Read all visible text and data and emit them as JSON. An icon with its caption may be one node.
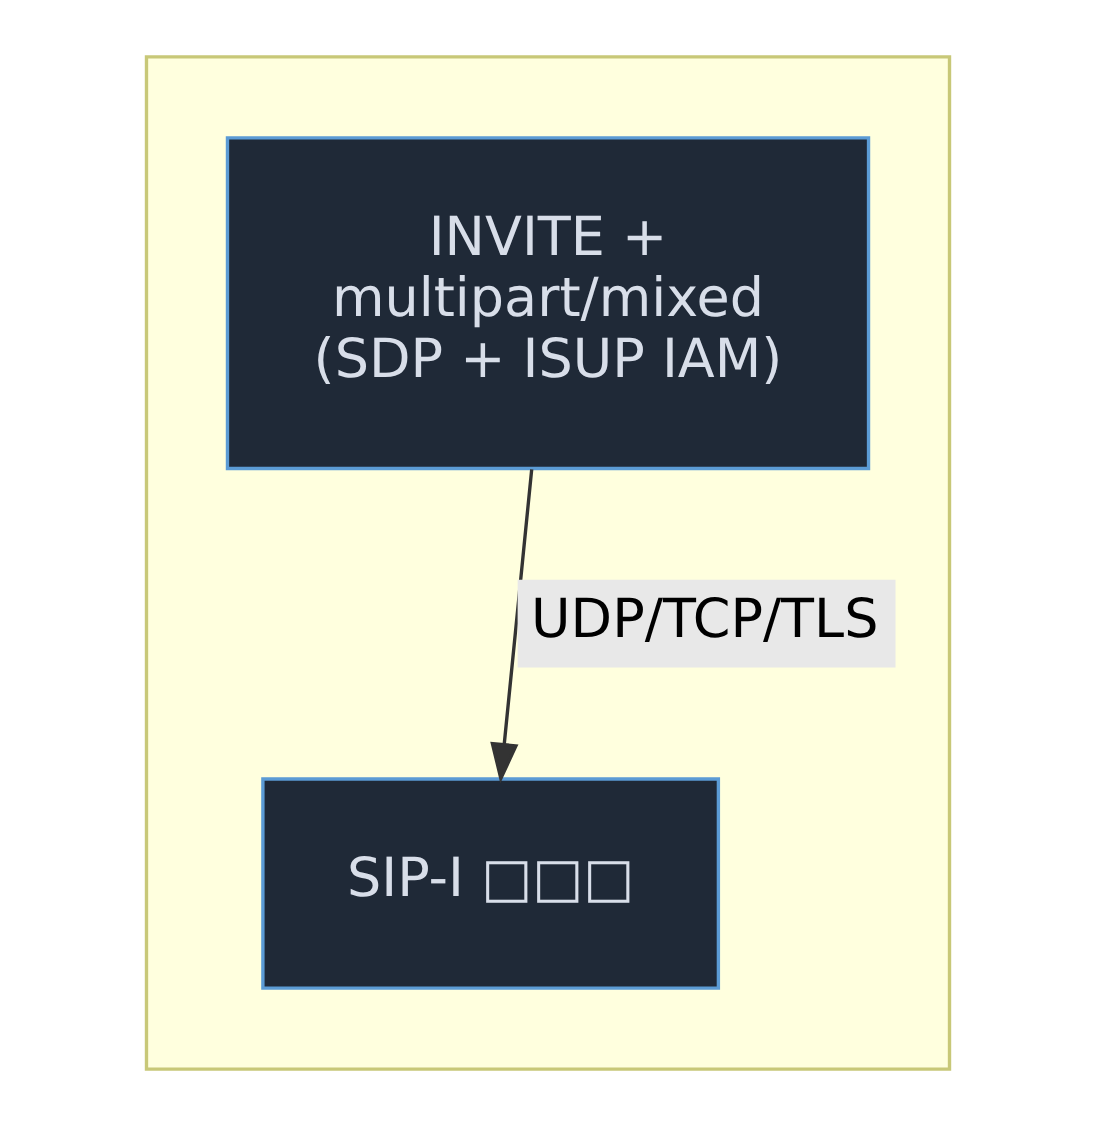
{
  "diagram": {
    "nodes": [
      {
        "text": [],
        "shape": "box"
      },
      {
        "text": [
          "INVITE + multipart/mixed (SDP + ISUP IAM)"
        ],
        "in": 0
      },
      {
        "text": [
          "SIP-I □□□"
        ],
        "in": 0
      }
    ],
    "edges": [
      {
        "from": 1,
        "to": 2,
        "arrow": "to",
        "label": "UDP/TCP/TLS"
      }
    ]
  }
}
